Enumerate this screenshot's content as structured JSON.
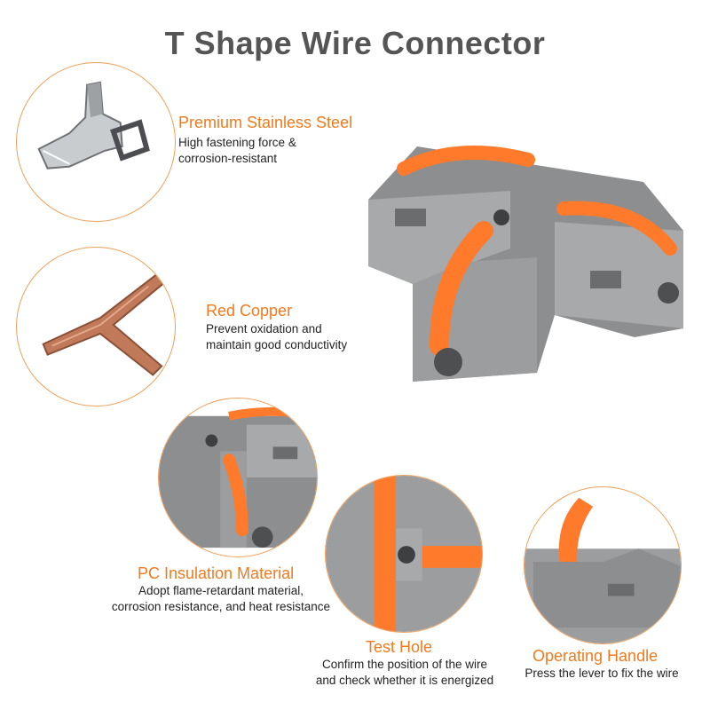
{
  "title": "T Shape Wire Connector",
  "colors": {
    "accent": "#f07a1e",
    "housing": "#8c8e90",
    "lever": "#ff7a2a",
    "copper": "#c07a5a"
  },
  "features": {
    "steel": {
      "title": "Premium Stainless Steel",
      "desc": [
        "High fastening force &",
        "corrosion-resistant"
      ]
    },
    "copper": {
      "title": "Red Copper",
      "desc": [
        "Prevent oxidation and",
        "maintain good conductivity"
      ]
    },
    "insulation": {
      "title": "PC Insulation Material",
      "desc": [
        "Adopt flame-retardant material,",
        "corrosion resistance, and heat resistance"
      ]
    },
    "test_hole": {
      "title": "Test Hole",
      "desc": [
        "Confirm the position of the wire",
        "and check whether it is energized"
      ]
    },
    "handle": {
      "title": "Operating Handle",
      "desc": [
        "Press the lever to fix the wire"
      ]
    }
  }
}
